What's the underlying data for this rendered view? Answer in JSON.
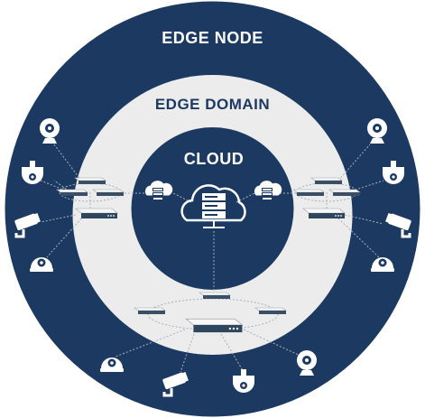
{
  "labels": {
    "outer": "EDGE NODE",
    "middle": "EDGE DOMAIN",
    "inner": "CLOUD"
  },
  "colors": {
    "navy": "#1c3a61",
    "ring_light": "#ececec",
    "device_light": "#f4f4f4",
    "device_dark": "#2a3f58",
    "connector": "#a7b0bb"
  },
  "icons": {
    "cloud_center": "cloud-server-icon",
    "cloud_left": "cloud-server-icon",
    "cloud_right": "cloud-server-icon",
    "edge_devices": [
      "network-switch-icon",
      "network-recorder-icon"
    ],
    "cameras": [
      "webcam-icon",
      "dome-camera-icon",
      "bullet-camera-icon"
    ]
  }
}
